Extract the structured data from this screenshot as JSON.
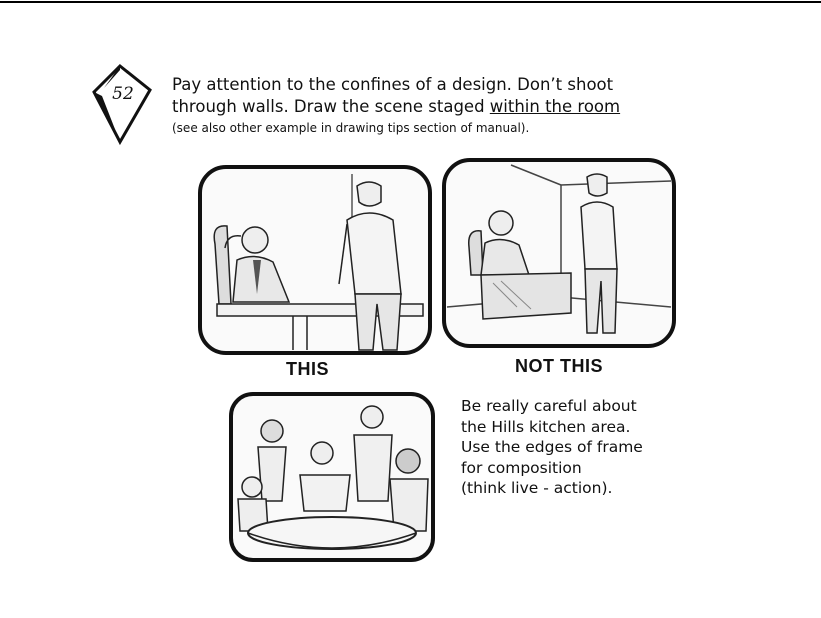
{
  "badge": {
    "number": "52"
  },
  "tip": {
    "line1": "Pay attention to the confines of a design. Don’t shoot",
    "line2_plain": "through walls. Draw the scene staged ",
    "line2_underlined": "within the room",
    "note": "(see also other example in drawing tips section of manual)."
  },
  "captions": {
    "good": "THIS",
    "bad": "NOT THIS"
  },
  "kitchen_note": {
    "lines": [
      "Be really careful about",
      "the Hills kitchen area.",
      "Use the edges of frame",
      "for composition",
      "(think live - action)."
    ]
  }
}
